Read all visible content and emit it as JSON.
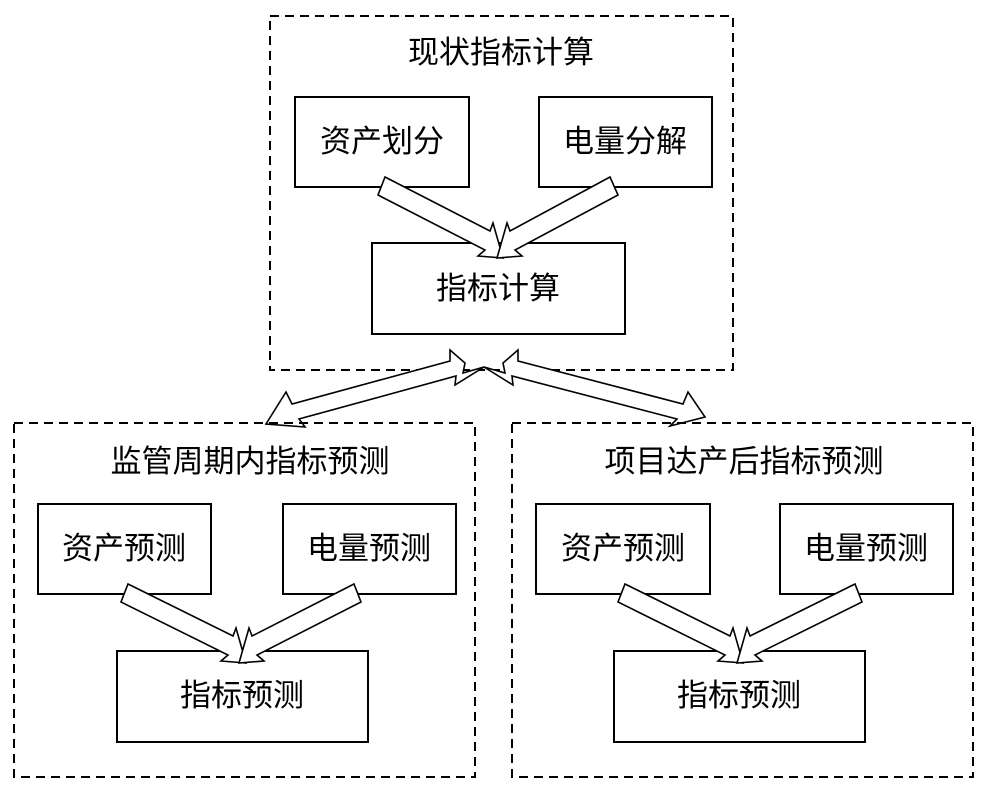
{
  "diagram": {
    "top_group": {
      "title": "现状指标计算",
      "left_node": "资产划分",
      "right_node": "电量分解",
      "result_node": "指标计算"
    },
    "left_group": {
      "title": "监管周期内指标预测",
      "left_node": "资产预测",
      "right_node": "电量预测",
      "result_node": "指标预测"
    },
    "right_group": {
      "title": "项目达产后指标预测",
      "left_node": "资产预测",
      "right_node": "电量预测",
      "result_node": "指标预测"
    },
    "colors": {
      "stroke": "#000000",
      "fill": "#ffffff"
    }
  }
}
